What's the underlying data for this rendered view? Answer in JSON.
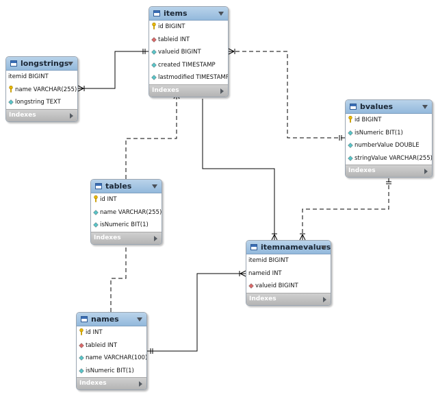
{
  "tables": [
    {
      "id": "items",
      "name": "items",
      "columns": [
        {
          "text": "id BIGINT",
          "icon": "primary-key-icon"
        },
        {
          "text": "tableid INT",
          "icon": "foreign-key-diamond-icon"
        },
        {
          "text": "valueid BIGINT",
          "icon": "column-diamond-icon"
        },
        {
          "text": "created TIMESTAMP",
          "icon": "column-diamond-icon"
        },
        {
          "text": "lastmodified TIMESTAMP",
          "icon": "column-diamond-icon"
        }
      ],
      "footer": "Indexes"
    },
    {
      "id": "longstrings",
      "name": "longstrings",
      "columns": [
        {
          "text": "itemid BIGINT",
          "icon": ""
        },
        {
          "text": "name VARCHAR(255)",
          "icon": "primary-key-icon"
        },
        {
          "text": "longstring TEXT",
          "icon": "column-diamond-icon"
        }
      ],
      "footer": "Indexes"
    },
    {
      "id": "bvalues",
      "name": "bvalues",
      "columns": [
        {
          "text": "id BIGINT",
          "icon": "primary-key-icon"
        },
        {
          "text": "isNumeric BIT(1)",
          "icon": "column-diamond-icon"
        },
        {
          "text": "numberValue DOUBLE",
          "icon": "column-diamond-icon"
        },
        {
          "text": "stringValue VARCHAR(255)",
          "icon": "column-diamond-icon"
        }
      ],
      "footer": "Indexes"
    },
    {
      "id": "tables",
      "name": "tables",
      "columns": [
        {
          "text": "id INT",
          "icon": "primary-key-icon"
        },
        {
          "text": "name VARCHAR(255)",
          "icon": "column-diamond-icon"
        },
        {
          "text": "isNumeric BIT(1)",
          "icon": "column-diamond-icon"
        }
      ],
      "footer": "Indexes"
    },
    {
      "id": "itemnamevalues",
      "name": "itemnamevalues",
      "columns": [
        {
          "text": "itemid BIGINT",
          "icon": ""
        },
        {
          "text": "nameid INT",
          "icon": ""
        },
        {
          "text": "valueid BIGINT",
          "icon": "foreign-key-diamond-icon"
        }
      ],
      "footer": "Indexes"
    },
    {
      "id": "names",
      "name": "names",
      "columns": [
        {
          "text": "id INT",
          "icon": "primary-key-icon"
        },
        {
          "text": "tableid INT",
          "icon": "foreign-key-diamond-icon"
        },
        {
          "text": "name VARCHAR(100)",
          "icon": "column-diamond-icon"
        },
        {
          "text": "isNumeric BIT(1)",
          "icon": "column-diamond-icon"
        }
      ],
      "footer": "Indexes"
    }
  ],
  "relationships": [
    {
      "from": "longstrings",
      "to": "items",
      "style": "solid",
      "from_end": "many",
      "to_end": "one"
    },
    {
      "from": "bvalues",
      "to": "items",
      "style": "dashed",
      "from_end": "one",
      "to_end": "many"
    },
    {
      "from": "tables",
      "to": "items",
      "style": "dashed",
      "from_end": "one",
      "to_end": "many"
    },
    {
      "from": "itemnamevalues",
      "to": "items",
      "style": "solid",
      "from_end": "many",
      "to_end": "one"
    },
    {
      "from": "itemnamevalues",
      "to": "bvalues",
      "style": "dashed",
      "from_end": "many",
      "to_end": "one"
    },
    {
      "from": "names",
      "to": "tables",
      "style": "dashed",
      "from_end": "many",
      "to_end": "one"
    },
    {
      "from": "itemnamevalues",
      "to": "names",
      "style": "solid",
      "from_end": "many",
      "to_end": "one"
    }
  ],
  "colors": {
    "header_top": "#b9d3ea",
    "header_bottom": "#93b9dc",
    "footer": "#c0c0c0",
    "key_icon": "#e6b800",
    "diamond_icon": "#5bc4c8",
    "fk_icon": "#d96a6a",
    "line": "#000000"
  }
}
